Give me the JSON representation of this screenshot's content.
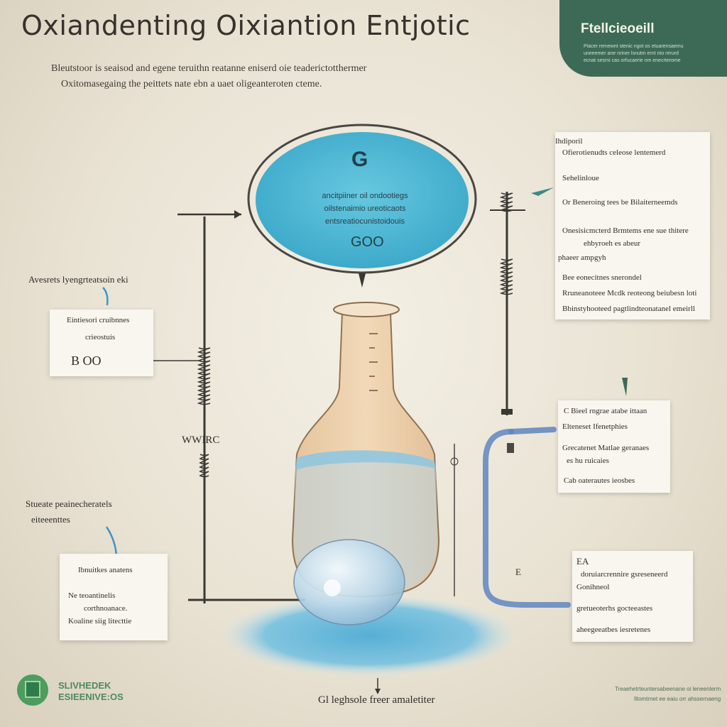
{
  "header": {
    "title": "Oxiandenting Oixiantion Entjotic",
    "subtitle_lines": [
      "Bleutstoor is seaisod and egene teruithn reatanne eniserd oie teaderictotthermer",
      "Oxitomasegaing the peittets nate ebn a uaet oligeanteroten cteme."
    ]
  },
  "badge": {
    "title": "Ftellcieoeill",
    "lines": [
      "Piacer remewnt stenic ngot os etuarensaemu",
      "uneeemer ane nriner lsnutm ernt nto rerurd",
      "ecnat sesrni cas orfucaerie nm enecrterome"
    ]
  },
  "center": {
    "glass_label": "G",
    "glass_lines": [
      "ancitpiiner oil ondootiegs",
      "oilstenaimio ureoticaots",
      "entsreatiocunistoidouis"
    ],
    "glass_formula": "GOO"
  },
  "left": {
    "label_top": "Avesrets lyengrteatsoin eki",
    "note1": [
      "Eintiesori cruibnnes",
      "crieostuis",
      "B   OO"
    ],
    "label_mid": "WWIRC",
    "label_bottom": [
      "Stueate peainecheratels",
      "eiteeenttes"
    ],
    "note2": [
      "Ibnuitkes anatens",
      "Ne teoantinelis",
      "corthnoanace.",
      "Koaline siig litecttie"
    ]
  },
  "right": {
    "note1": [
      "Ihdiporil",
      "Ofierotienudts celeose lentemerd",
      "Sehelinloue",
      "Or Beneroing tees be Bilaiterneemds",
      "Onesisicmcterd Brmtems ene sue thitere",
      "ehbyroeh es abeur",
      "phaeer ampgyh",
      "Bee eonecitnes snerondel",
      "Rruneanoteee Mcdk reoteong beiubesn loti",
      "Bbinstyhooteed pagtlindteonatanel emeirll"
    ],
    "note2": [
      "C Bieel rngrae atabe ittaan",
      "Elteneset Ifenetphies",
      "Grecatenet Matlae geranaes",
      "es hu ruicaies",
      "Cab oaterautes ieosbes"
    ],
    "note3": [
      "EA",
      "doruiarcrennire gsreseneerd",
      "Gonihneol",
      "gretueoterhs gocteeastes",
      "aheegeeatbes iesretenes"
    ],
    "label_small": "E"
  },
  "footer": {
    "left_lines": [
      "SLIVHEDEK",
      "ESIEENIVE:OS"
    ],
    "right_lines": [
      "Treaehetrteuntersabeenane oi leneenlerm",
      "Iltomtrnet ee eaiu orr ahssernaeng"
    ],
    "caption": "Gl leghsole freer amaletiter"
  },
  "colors": {
    "badge_green": "#3d6a56",
    "glass_cyan": "#46b6d3",
    "flask_tan": "#edcfa8",
    "liquid_blue": "#5aa7cf",
    "tube_blue": "#5f86c0",
    "accent_green": "#4f8a5c"
  }
}
